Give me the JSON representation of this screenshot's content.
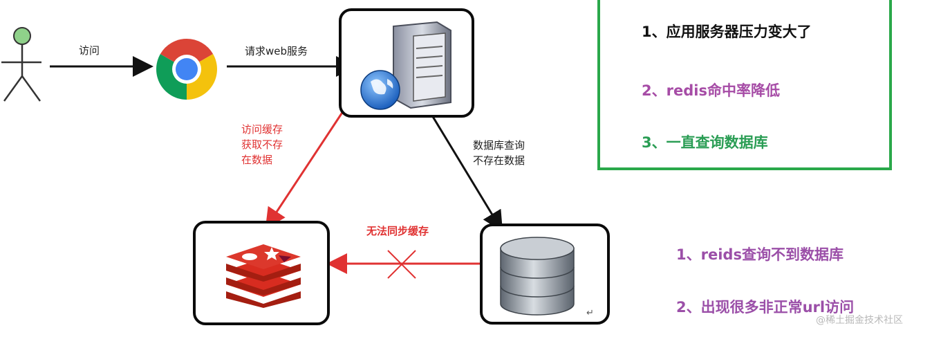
{
  "labels": {
    "visit": "访问",
    "request_web": "请求web服务",
    "cache_miss_line1": "访问缓存",
    "cache_miss_line2": "获取不存",
    "cache_miss_line3": "在数据",
    "db_query_line1": "数据库查询",
    "db_query_line2": "不存在数据",
    "sync_fail": "无法同步缓存"
  },
  "notes_box": [
    {
      "text": "1、应用服务器压力变大了",
      "color": "#111111"
    },
    {
      "text": "2、redis命中率降低",
      "color": "#a64ca6"
    },
    {
      "text": "3、一直查询数据库",
      "color": "#2a9d54"
    }
  ],
  "notes_free": [
    {
      "text": "1、reids查询不到数据库",
      "color": "#9b4fa8"
    },
    {
      "text": "2、出现很多非正常url访问",
      "color": "#9b4fa8"
    }
  ],
  "watermark": "@稀土掘金技术社区",
  "colors": {
    "black_arrow": "#111111",
    "red_arrow": "#e03232",
    "note_border": "#2aa84a"
  }
}
